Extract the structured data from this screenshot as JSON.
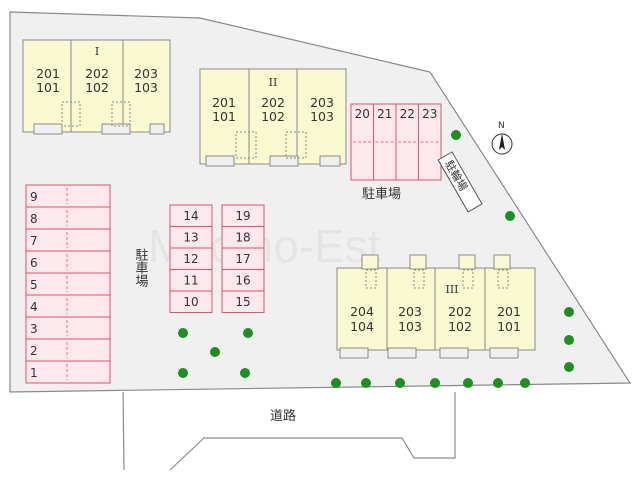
{
  "watermark": "Mitomo-Est",
  "labels": {
    "parking_left": "駐車場",
    "parking_top": "駐車場",
    "bike_parking": "駐輪場",
    "road": "道路",
    "north": "N"
  },
  "buildings": [
    {
      "name": "I",
      "units": [
        {
          "top": "201",
          "bottom": "101"
        },
        {
          "top": "202",
          "bottom": "102"
        },
        {
          "top": "203",
          "bottom": "103"
        }
      ]
    },
    {
      "name": "II",
      "units": [
        {
          "top": "201",
          "bottom": "101"
        },
        {
          "top": "202",
          "bottom": "102"
        },
        {
          "top": "203",
          "bottom": "103"
        }
      ]
    },
    {
      "name": "III",
      "units": [
        {
          "top": "204",
          "bottom": "104"
        },
        {
          "top": "203",
          "bottom": "103"
        },
        {
          "top": "202",
          "bottom": "102"
        },
        {
          "top": "201",
          "bottom": "101"
        }
      ]
    }
  ],
  "parking_left": [
    "9",
    "8",
    "7",
    "6",
    "5",
    "4",
    "3",
    "2",
    "1"
  ],
  "parking_mid_left": [
    "14",
    "13",
    "12",
    "11",
    "10"
  ],
  "parking_mid_right": [
    "19",
    "18",
    "17",
    "16",
    "15"
  ],
  "parking_top": [
    "20",
    "21",
    "22",
    "23"
  ],
  "colors": {
    "lot": "#f0f0f0",
    "outline": "#8a8a8a",
    "building": "#fafad2",
    "parking_fill": "#fde8ee",
    "parking_line": "#e2506f",
    "tree": "#1f8f1f"
  }
}
